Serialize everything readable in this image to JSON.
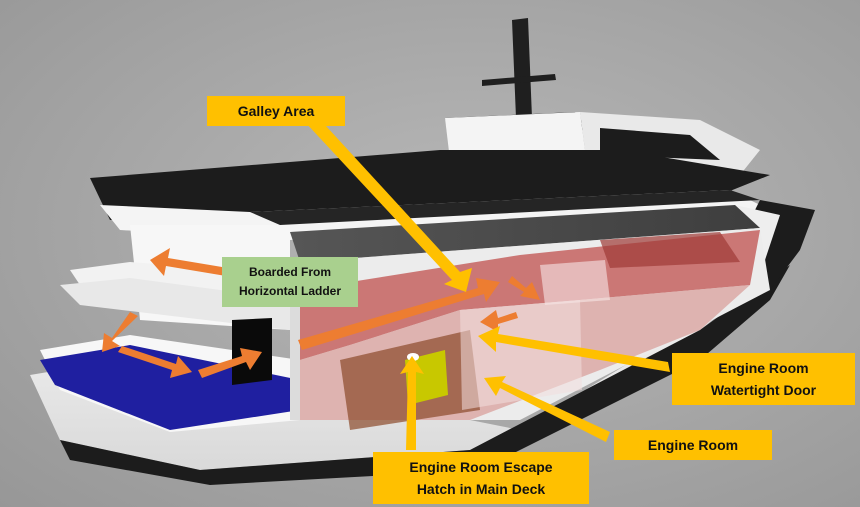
{
  "diagram": {
    "labels": {
      "galley": "Galley Area",
      "boarded_line1": "Boarded From",
      "boarded_line2": "Horizontal Ladder",
      "watertight_line1": "Engine Room",
      "watertight_line2": "Watertight Door",
      "engine_room": "Engine Room",
      "hatch_line1": "Engine Room Escape",
      "hatch_line2": "Hatch in Main Deck"
    },
    "colors": {
      "callout": "#ffc000",
      "callout_green": "#a9d08e",
      "arrow": "#ed7d31",
      "pointer": "#ffc000",
      "hull_stripe": "#1c1c1c",
      "engine_room_fill": "#c0504d"
    }
  }
}
